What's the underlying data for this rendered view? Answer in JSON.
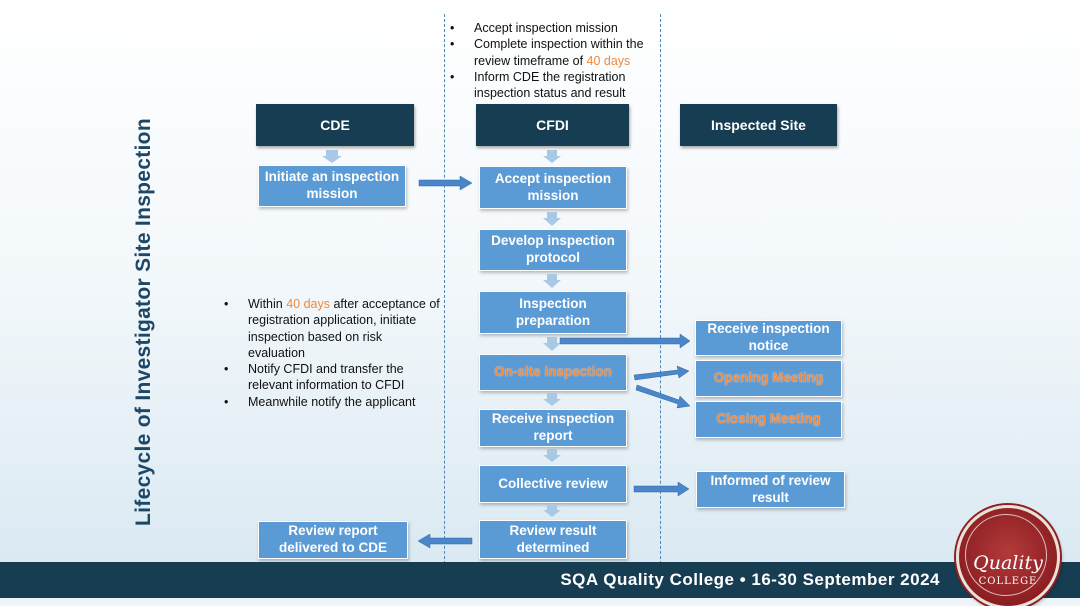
{
  "slide": {
    "vertical_title": "Lifecycle of Investigator Site Inspection",
    "headers": {
      "cde": "CDE",
      "cfdi": "CFDI",
      "site": "Inspected Site"
    },
    "top_notes": {
      "n1": "Accept inspection mission",
      "n2": "Complete inspection within the review timeframe of ",
      "n2_highlight": "40 days",
      "n3": "Inform CDE the registration inspection status and result"
    },
    "left_notes": {
      "n1_pre": "Within ",
      "n1_highlight": "40 days",
      "n1_post": " after acceptance of registration application, initiate inspection based on risk evaluation",
      "n2": "Notify CFDI and transfer the relevant information to CFDI",
      "n3": "Meanwhile notify the applicant"
    },
    "cde_boxes": {
      "initiate": "Initiate an inspection mission",
      "review_delivered": "Review report delivered to CDE"
    },
    "cfdi_boxes": {
      "accept": "Accept inspection mission",
      "protocol": "Develop inspection protocol",
      "preparation": "Inspection preparation",
      "onsite": "On-site inspection",
      "receive_report": "Receive inspection report",
      "collective": "Collective review",
      "determined": "Review result determined"
    },
    "site_boxes": {
      "notice": "Receive inspection notice",
      "opening": "Opening Meeting",
      "closing": "Closing Meeting",
      "informed": "Informed of review result"
    },
    "footer": "SQA Quality College • 16-30 September 2024",
    "logo": {
      "line1": "Quality",
      "line2": "COLLEGE"
    },
    "colors": {
      "box": "#5b9bd5",
      "header": "#163d52",
      "highlight": "#f08a3c",
      "arrow": "#4a86c8"
    }
  }
}
